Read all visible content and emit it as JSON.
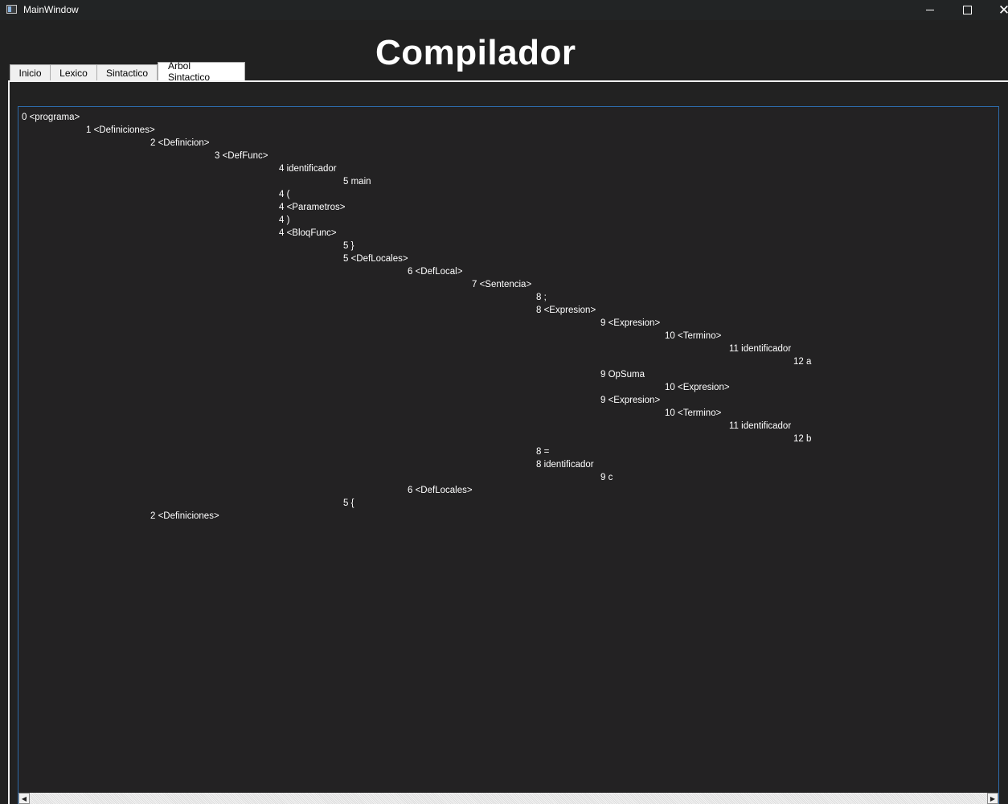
{
  "window": {
    "title": "MainWindow",
    "icon": "app-window-icon",
    "controls": [
      "minimize-icon",
      "maximize-icon",
      "close-icon"
    ],
    "close_glyph": "✕"
  },
  "heading": "Compilador",
  "tabs": [
    {
      "label": "Inicio",
      "active": false
    },
    {
      "label": "Lexico",
      "active": false
    },
    {
      "label": "Sintactico",
      "active": false
    },
    {
      "label": "Arbol Sintactico",
      "active": true
    }
  ],
  "tree": [
    {
      "level": 0,
      "text": "0 <programa>"
    },
    {
      "level": 1,
      "text": "1 <Definiciones>"
    },
    {
      "level": 2,
      "text": "2 <Definicion>"
    },
    {
      "level": 3,
      "text": "3 <DefFunc>"
    },
    {
      "level": 4,
      "text": "4 identificador"
    },
    {
      "level": 5,
      "text": "5 main"
    },
    {
      "level": 4,
      "text": "4 ("
    },
    {
      "level": 4,
      "text": "4 <Parametros>"
    },
    {
      "level": 4,
      "text": "4 )"
    },
    {
      "level": 4,
      "text": "4 <BloqFunc>"
    },
    {
      "level": 5,
      "text": "5 }"
    },
    {
      "level": 5,
      "text": "5 <DefLocales>"
    },
    {
      "level": 6,
      "text": "6 <DefLocal>"
    },
    {
      "level": 7,
      "text": "7 <Sentencia>"
    },
    {
      "level": 8,
      "text": "8 ;"
    },
    {
      "level": 8,
      "text": "8 <Expresion>"
    },
    {
      "level": 9,
      "text": "9 <Expresion>"
    },
    {
      "level": 10,
      "text": "10 <Termino>"
    },
    {
      "level": 11,
      "text": "11 identificador"
    },
    {
      "level": 12,
      "text": "12 a"
    },
    {
      "level": 9,
      "text": "9 OpSuma"
    },
    {
      "level": 10,
      "text": "10 <Expresion>"
    },
    {
      "level": 9,
      "text": "9 <Expresion>"
    },
    {
      "level": 10,
      "text": "10 <Termino>"
    },
    {
      "level": 11,
      "text": "11 identificador"
    },
    {
      "level": 12,
      "text": "12 b"
    },
    {
      "level": 8,
      "text": "8 ="
    },
    {
      "level": 8,
      "text": "8 identificador"
    },
    {
      "level": 9,
      "text": "9 c"
    },
    {
      "level": 6,
      "text": "6 <DefLocales>"
    },
    {
      "level": 5,
      "text": "5 {"
    },
    {
      "level": 2,
      "text": "2 <Definiciones>"
    }
  ],
  "scrollbar": {
    "left_icon": "arrow-left-icon",
    "right_icon": "arrow-right-icon"
  }
}
